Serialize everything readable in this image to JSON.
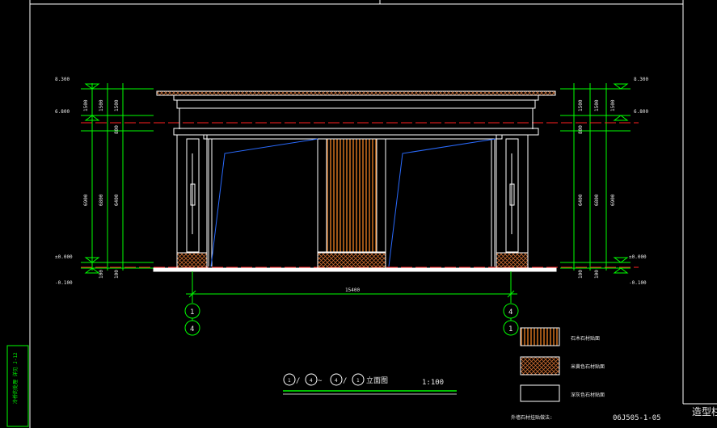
{
  "drawing": {
    "title_circles": [
      "1",
      "4",
      "4",
      "1"
    ],
    "title_suffix": "立面图",
    "scale": "1:100",
    "left_marker_top": "1",
    "left_marker_bottom": "4",
    "right_marker_top": "4",
    "right_marker_bottom": "1",
    "dimension_span": "15400",
    "note_label": "外墙石材挂贴做法:",
    "note_ref": "06J505-1-05",
    "corner_label": "造型柱",
    "side_strip_text": "冷桥的处理 详见 J-12"
  },
  "levels": {
    "top": "8.300",
    "mid": "6.800",
    "ground": "±0.000",
    "below": "-0.100"
  },
  "dims_left": {
    "inner": [
      "1500",
      "800",
      "6400"
    ],
    "outer_top": "1500",
    "outer_main": "6900",
    "mid_col": "6800",
    "bottom": "100"
  },
  "legend": [
    {
      "label": "石木石材贴面",
      "swatch": "wood"
    },
    {
      "label": "米黄色石材贴面",
      "swatch": "hatch"
    },
    {
      "label": "深灰色石材贴面",
      "swatch": "plain"
    }
  ],
  "colors": {
    "line": "#ffffff",
    "green": "#00ff00",
    "red": "#ff2020",
    "blue": "#2a6bff",
    "wood": "#e0781f",
    "hatch": "#c86a30"
  }
}
